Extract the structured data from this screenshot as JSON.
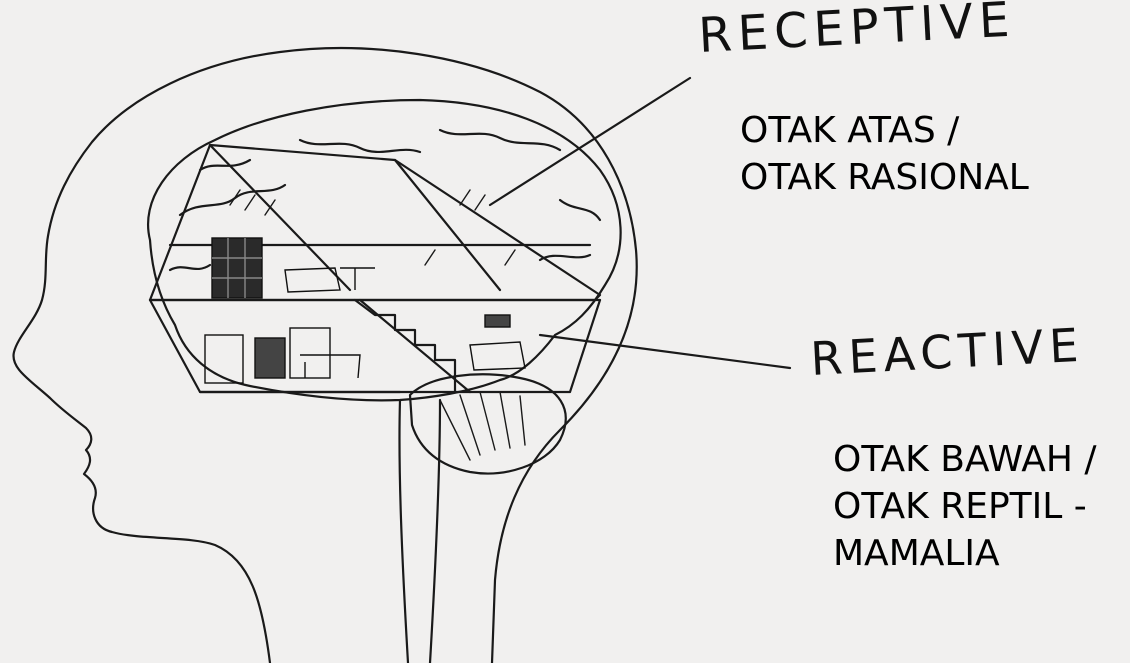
{
  "labels": {
    "receptive": "RECEPTIVE",
    "reactive": "REACTIVE"
  },
  "captions": {
    "upper": [
      "OTAK ATAS /",
      "OTAK RASIONAL"
    ],
    "lower": [
      "OTAK BAWAH /",
      "OTAK REPTIL -",
      "MAMALIA"
    ]
  },
  "colors": {
    "background": "#f1f0ef",
    "ink": "#111111",
    "furniture": "#333333"
  }
}
